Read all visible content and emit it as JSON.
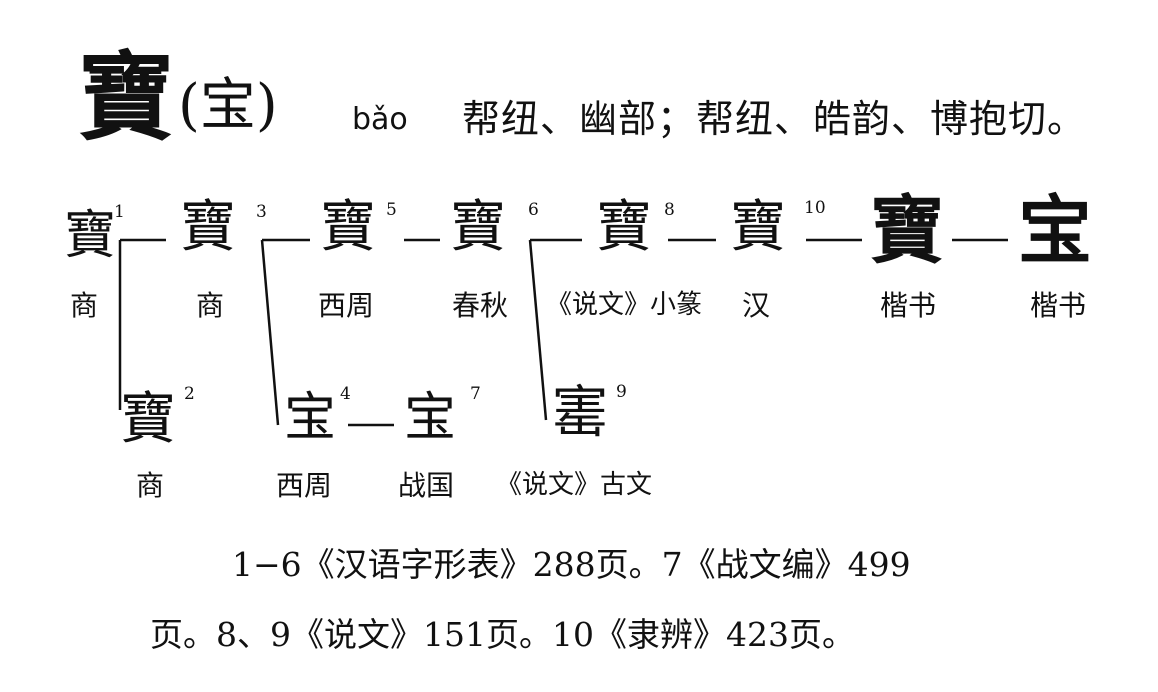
{
  "header": {
    "traditional": "寶",
    "simplified": "(宝)",
    "pinyin": "bǎo",
    "fanqie": "帮纽、幽部；帮纽、皓韵、博抱切。"
  },
  "evolution": {
    "upper": [
      {
        "glyph": "寶",
        "number": "1",
        "caption": "商"
      },
      {
        "glyph": "寶",
        "number": "3",
        "caption": "商"
      },
      {
        "glyph": "寶",
        "number": "5",
        "caption": "西周"
      },
      {
        "glyph": "寶",
        "number": "6",
        "caption": "春秋"
      },
      {
        "glyph": "寶",
        "number": "8",
        "caption": "《说文》小篆"
      },
      {
        "glyph": "寶",
        "number": "10",
        "caption": "汉"
      },
      {
        "glyph": "寶",
        "number": "",
        "caption": "楷书"
      },
      {
        "glyph": "宝",
        "number": "",
        "caption": "楷书"
      }
    ],
    "lower": [
      {
        "glyph": "寶",
        "number": "2",
        "caption": "商"
      },
      {
        "glyph": "宝",
        "number": "4",
        "caption": "西周"
      },
      {
        "glyph": "宝",
        "number": "7",
        "caption": "战国"
      },
      {
        "glyph": "寚",
        "number": "9",
        "caption": "《说文》古文"
      }
    ]
  },
  "footnote": {
    "line1": "1−6《汉语字形表》288页。7《战文编》499",
    "line2": "页。8、9《说文》151页。10《隶辨》423页。"
  }
}
